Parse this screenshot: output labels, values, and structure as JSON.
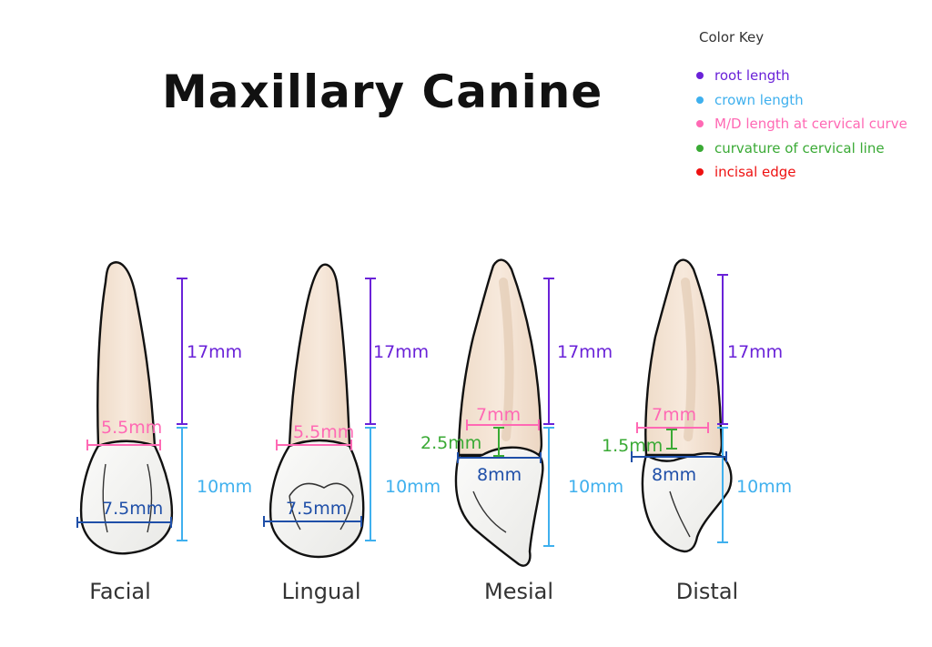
{
  "title": "Maxillary Canine",
  "color_key": {
    "title": "Color Key",
    "items": [
      {
        "label": "root length",
        "color": "#6a22d8"
      },
      {
        "label": "crown length",
        "color": "#3fb0ee"
      },
      {
        "label": "M/D length at cervical curve",
        "color": "#ff69b4"
      },
      {
        "label": "curvature of cervical line",
        "color": "#3aaa35"
      },
      {
        "label": "incisal edge",
        "color": "#ee1111"
      }
    ]
  },
  "colors": {
    "root": "#6a22d8",
    "crown": "#3fb0ee",
    "md_cervical": "#ff69b4",
    "curvature": "#3aaa35",
    "md_crown": "#1f4fa8",
    "root_fill": "#f3e3d4",
    "crown_fill": "#f4f4f2",
    "outline": "#111111"
  },
  "views": [
    {
      "label": "Facial",
      "root_length": "17mm",
      "crown_length": "10mm",
      "cervical_md": "5.5mm",
      "crown_md": "7.5mm"
    },
    {
      "label": "Lingual",
      "root_length": "17mm",
      "crown_length": "10mm",
      "cervical_md": "5.5mm",
      "crown_md": "7.5mm"
    },
    {
      "label": "Mesial",
      "root_length": "17mm",
      "crown_length": "10mm",
      "cervical_md": "7mm",
      "crown_md": "8mm",
      "curvature": "2.5mm"
    },
    {
      "label": "Distal",
      "root_length": "17mm",
      "crown_length": "10mm",
      "cervical_md": "7mm",
      "crown_md": "8mm",
      "curvature": "1.5mm"
    }
  ]
}
